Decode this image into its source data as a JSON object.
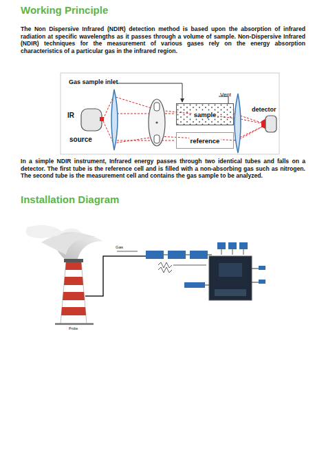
{
  "diagram": {
    "title": "Working Principle",
    "nodes": [
      {
        "text": [
          "sample"
        ]
      },
      {
        "text": [
          "reference"
        ]
      }
    ],
    "labels": [
      "The Non Dispersive Infrared (NDIR) detection method is based upon the absorption of infrared radiation at specific wavelengths as it passes through a volume of sample. Non-Dispersive Infrared (NDIR) techniques for the measurement of various gases rely on the energy absorption characteristics of a particular gas in the infrared region.",
      "Gas sample inlet",
      "Vent",
      "IR",
      "source",
      "detector",
      "In a simple NDIR instrument, Infrared energy passes through two identical tubes and falls on a detector. The first tube is the reference cell and is filled with a non-absorbing gas such as nitrogen. The second tube is the measurement cell and contains the gas sample to be analyzed.",
      "Installation Diagram",
      "Gas",
      "Probe"
    ]
  }
}
